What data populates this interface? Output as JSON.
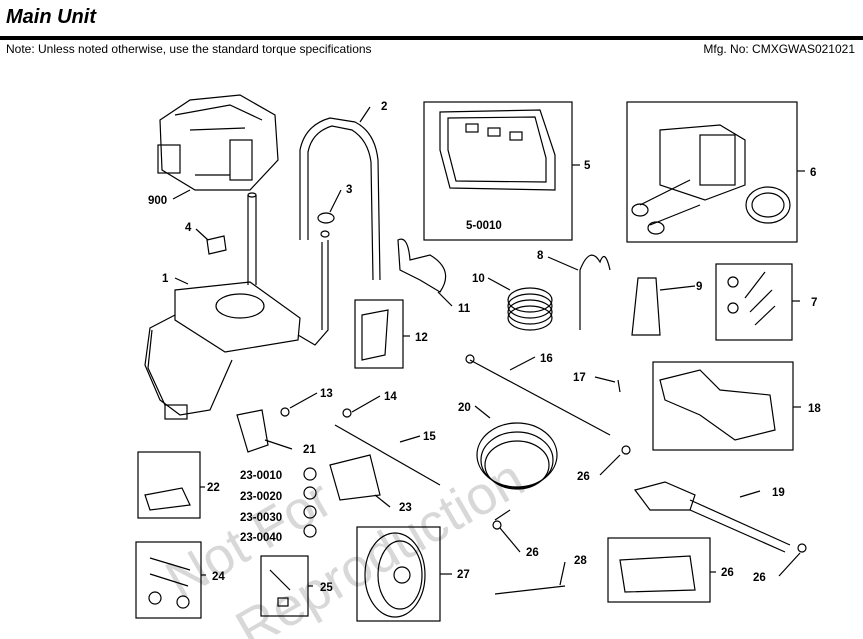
{
  "header": {
    "title": "Main Unit",
    "note": "Note: Unless noted otherwise, use the standard torque specifications",
    "mfg": "Mfg. No: CMXGWAS021021"
  },
  "watermark": [
    "Not For",
    "Reproduction"
  ],
  "callouts": {
    "p900": "900",
    "p1": "1",
    "p2": "2",
    "p3": "3",
    "p4": "4",
    "p5": "5",
    "p5_0010": "5-0010",
    "p6": "6",
    "p7": "7",
    "p8": "8",
    "p9": "9",
    "p10": "10",
    "p11": "11",
    "p12": "12",
    "p13": "13",
    "p14": "14",
    "p15": "15",
    "p16": "16",
    "p17": "17",
    "p18": "18",
    "p19": "19",
    "p20": "20",
    "p21": "21",
    "p22": "22",
    "p23": "23",
    "p23_0010": "23-0010",
    "p23_0020": "23-0020",
    "p23_0030": "23-0030",
    "p23_0040": "23-0040",
    "p24": "24",
    "p25": "25",
    "p26a": "26",
    "p26b": "26",
    "p26c": "26",
    "p26d": "26",
    "p27": "27",
    "p28": "28"
  },
  "colors": {
    "line": "#000000",
    "watermark": "#d8d8d8"
  }
}
